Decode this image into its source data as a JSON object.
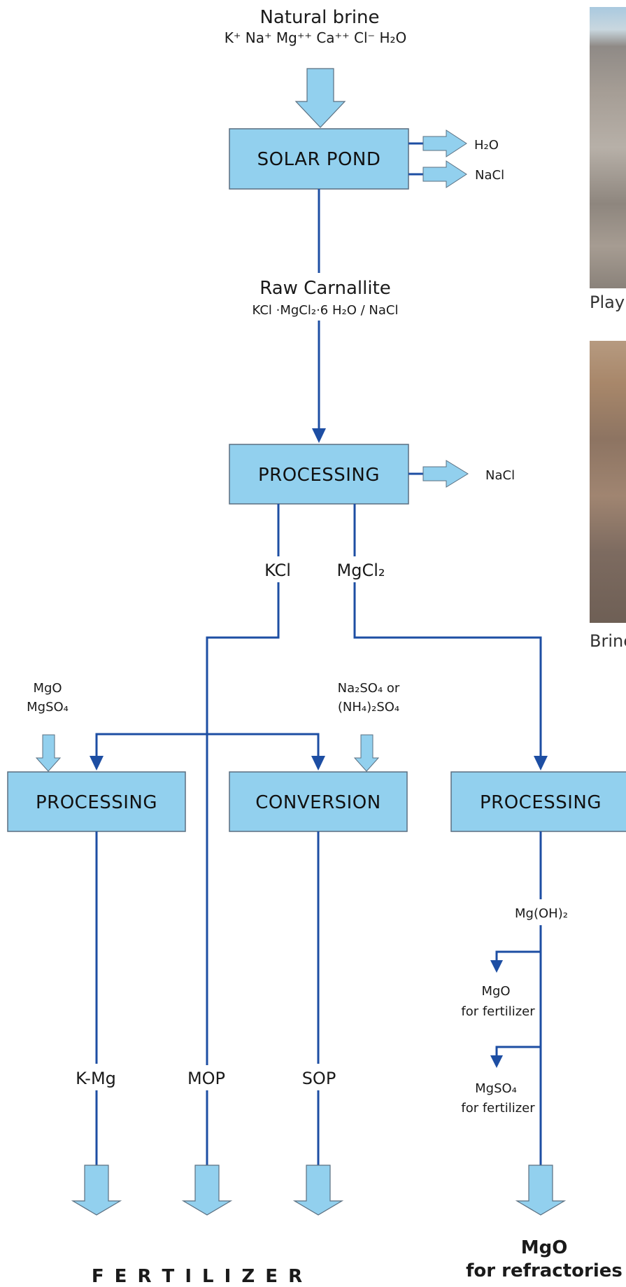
{
  "diagram": {
    "source": {
      "title": "Natural brine",
      "ions": "K⁺ Na⁺ Mg⁺⁺ Ca⁺⁺ Cl⁻ H₂O"
    },
    "solar_pond": {
      "label": "SOLAR  POND",
      "out1": "H₂O",
      "out2": "NaCl"
    },
    "raw_carnallite": {
      "title": "Raw Carnallite",
      "formula": "KCl ·MgCl₂·6 H₂O / NaCl"
    },
    "processing_top": {
      "label": "PROCESSING",
      "out": "NaCl"
    },
    "streams": {
      "kcl": "KCl",
      "mgcl2": "MgCl₂"
    },
    "inputs_left": {
      "line1": "MgO",
      "line2": "MgSO₄"
    },
    "inputs_mid": {
      "line1": "Na₂SO₄ or",
      "line2": "(NH₄)₂SO₄"
    },
    "boxes_row": {
      "left": "PROCESSING",
      "mid": "CONVERSION",
      "right": "PROCESSING"
    },
    "mg_branch": {
      "hydroxide": "Mg(OH)₂",
      "mgo_fert_1": "MgO",
      "mgo_fert_2": "for fertilizer",
      "mgso4_fert_1": "MgSO₄",
      "mgso4_fert_2": "for fertilizer"
    },
    "products": {
      "kmg": "K-Mg",
      "mop": "MOP",
      "sop": "SOP"
    },
    "fertilizer": "F E R T I L I Z E R",
    "refractory_1": "MgO",
    "refractory_2": "for refractories"
  },
  "photos": {
    "caption1": "Play",
    "caption2": "Brine"
  },
  "colors": {
    "box_fill": "#92d0ee",
    "box_stroke": "#5b6f80",
    "line": "#1d4ea3",
    "arrow_fill": "#92d0ee"
  }
}
